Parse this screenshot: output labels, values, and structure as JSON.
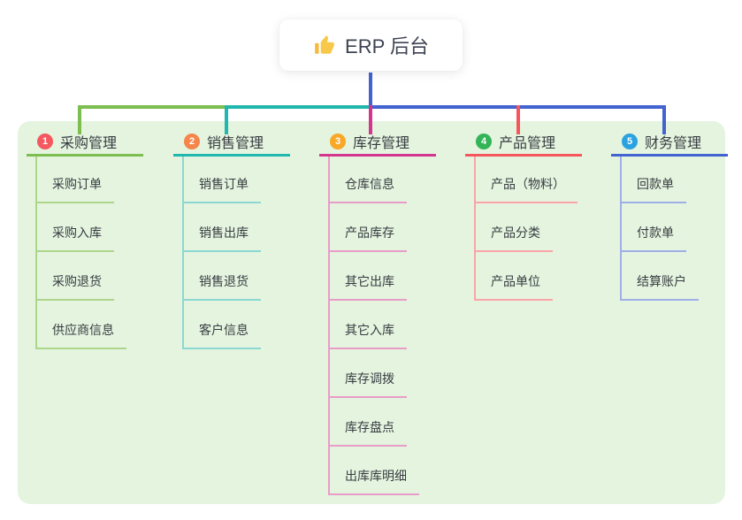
{
  "root": {
    "title": "ERP 后台",
    "icon": "thumbs-up-icon"
  },
  "colors": {
    "text": "#383c41",
    "root-text": "#3d4352",
    "card-bg": "#ffffff",
    "panel-bg": "#e4f4df",
    "root-line": "#4263d0",
    "b1-badge": "#f4595f",
    "b1-line": "#7cbe4f",
    "b1-light": "#aed68b",
    "b2-badge": "#f5854a",
    "b2-line": "#20b7ae",
    "b2-light": "#8bd7d1",
    "b3-badge": "#f8a727",
    "b3-line": "#d4368e",
    "b3-light": "#e99cc8",
    "b4-badge": "#33b457",
    "b4-line": "#f5565d",
    "b4-light": "#f9a4a8",
    "b5-badge": "#2ba2e0",
    "b5-line": "#4263d0",
    "b5-light": "#9fafe6"
  },
  "branches": [
    {
      "num": "1",
      "title": "采购管理",
      "children": [
        "采购订单",
        "采购入库",
        "采购退货",
        "供应商信息"
      ]
    },
    {
      "num": "2",
      "title": "销售管理",
      "children": [
        "销售订单",
        "销售出库",
        "销售退货",
        "客户信息"
      ]
    },
    {
      "num": "3",
      "title": "库存管理",
      "children": [
        "仓库信息",
        "产品库存",
        "其它出库",
        "其它入库",
        "库存调拨",
        "库存盘点",
        "出库库明细"
      ]
    },
    {
      "num": "4",
      "title": "产品管理",
      "children": [
        "产品（物料）",
        "产品分类",
        "产品单位"
      ]
    },
    {
      "num": "5",
      "title": "财务管理",
      "children": [
        "回款单",
        "付款单",
        "结算账户"
      ]
    }
  ]
}
